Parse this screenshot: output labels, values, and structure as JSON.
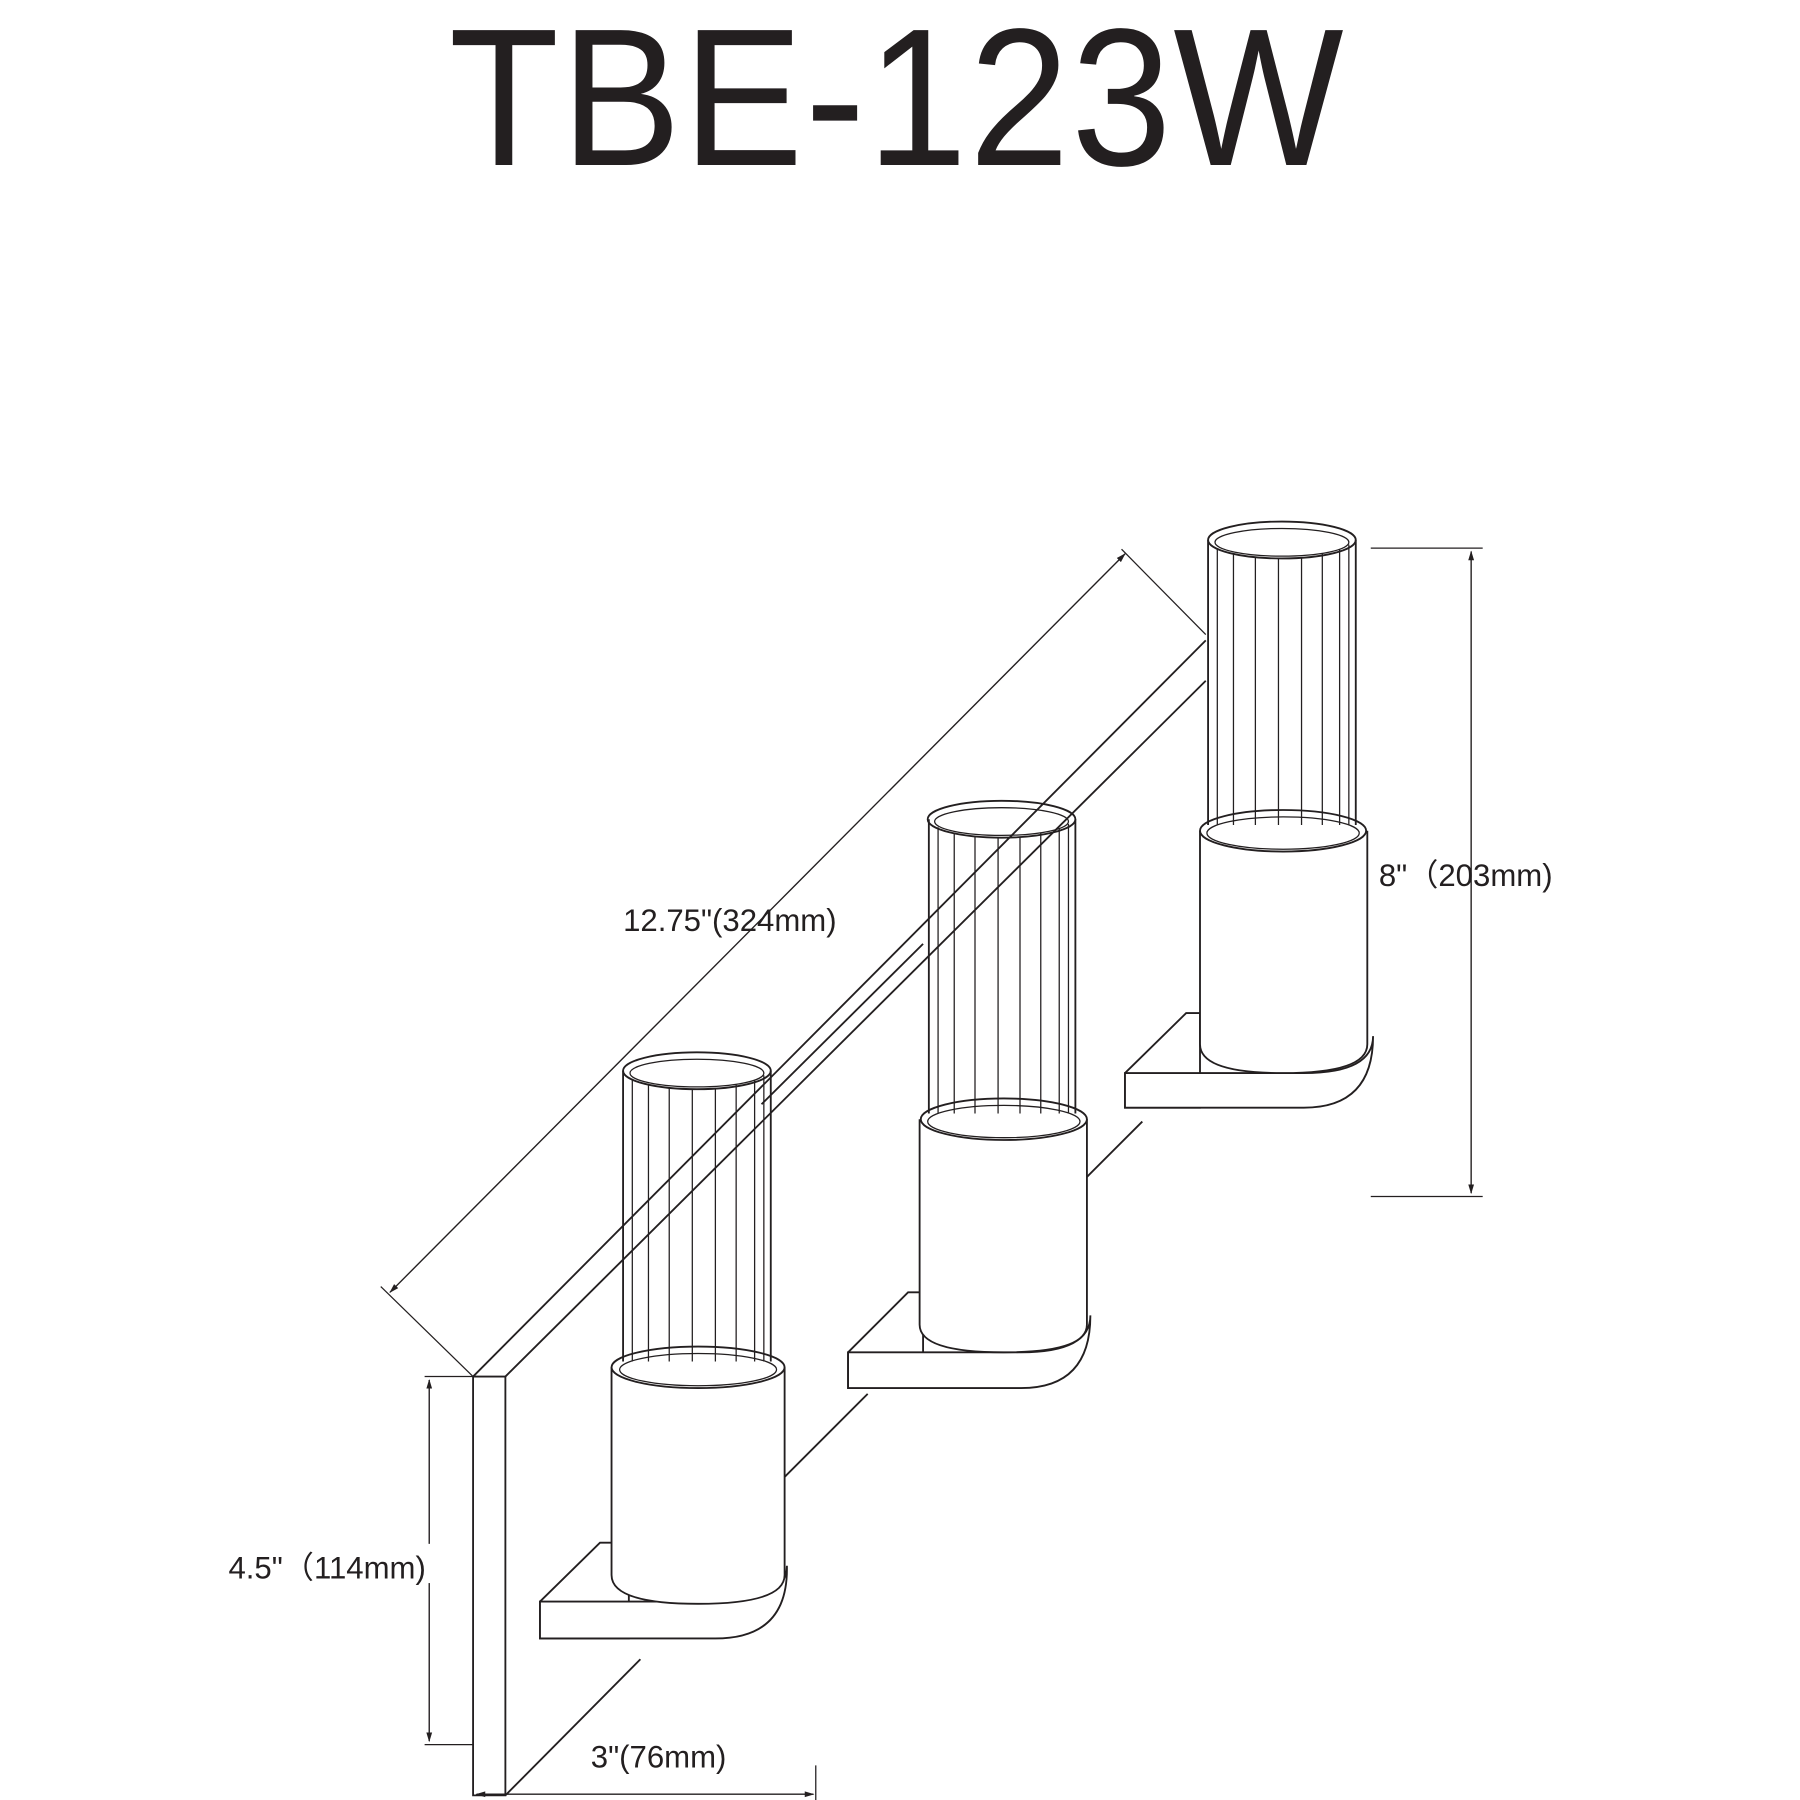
{
  "title": "TBE-123W",
  "dimensions": {
    "length": "12.75\"(324mm)",
    "height": "8\"（203mm)",
    "backplate_height": "4.5\"（114mm)",
    "extension": "3\"(76mm)"
  },
  "drawing": {
    "fixture_count": 3,
    "line_color": "#231f20",
    "background": "#ffffff"
  }
}
